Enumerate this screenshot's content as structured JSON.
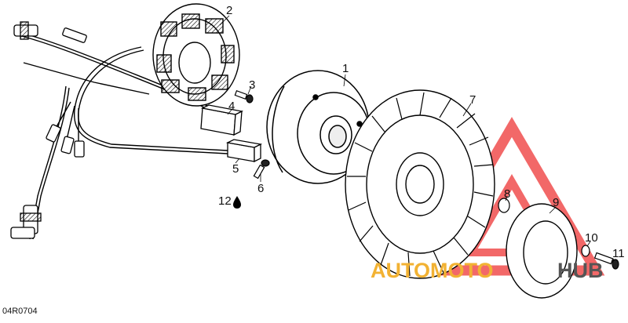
{
  "diagram": {
    "code": "04R0704",
    "callouts": [
      {
        "id": "1",
        "label": "1"
      },
      {
        "id": "2",
        "label": "2"
      },
      {
        "id": "3",
        "label": "3"
      },
      {
        "id": "4",
        "label": "4"
      },
      {
        "id": "5",
        "label": "5"
      },
      {
        "id": "6",
        "label": "6"
      },
      {
        "id": "7",
        "label": "7"
      },
      {
        "id": "8",
        "label": "8"
      },
      {
        "id": "9",
        "label": "9"
      },
      {
        "id": "10",
        "label": "10"
      },
      {
        "id": "11",
        "label": "11"
      },
      {
        "id": "12",
        "label": "12"
      }
    ],
    "lubricant_icon": "oil-drop-icon"
  },
  "watermark": {
    "part1": "AUTOMOTO",
    "part2": "HUB",
    "color_primary": "#f04e4e",
    "color_accent": "#f2b233",
    "color_dark": "#555555"
  }
}
